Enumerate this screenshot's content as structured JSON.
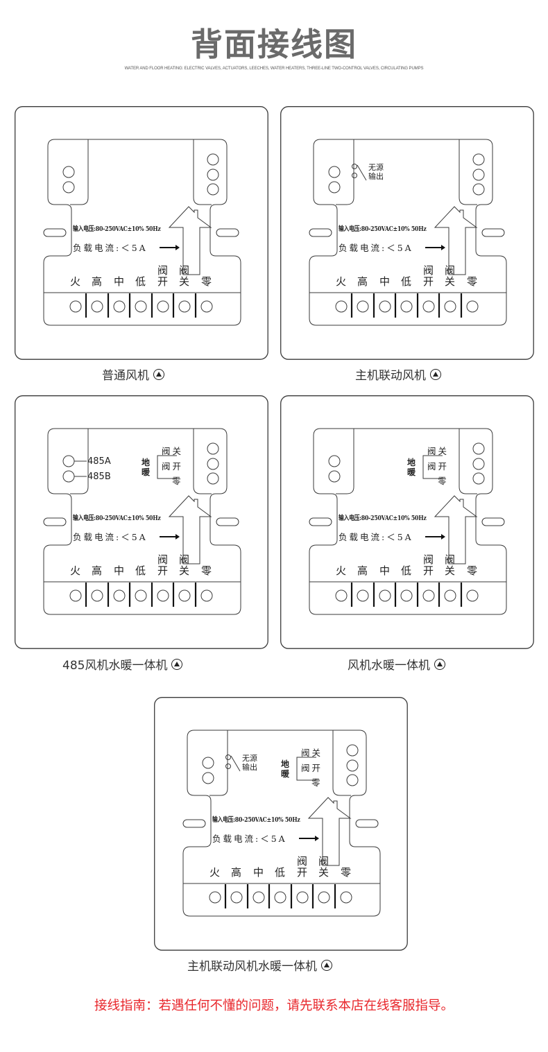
{
  "header": {
    "title": "背面接线图",
    "subtitle": "WATER AND FLOOR HEATING: ELECTRIC VALVES, ACTUATORS, LEECHES, WATER HEATERS, THREE-LINE TWO-CONTROL VALVES, CIRCULATING PUMPS"
  },
  "common": {
    "spec_voltage": "输入电压:80-250VAC±10% 50Hz",
    "spec_current": "负载电流:＜5A",
    "terminals": [
      "火",
      "高",
      "中",
      "低",
      "开",
      "关",
      "零"
    ],
    "terminal_tops": [
      "",
      "",
      "",
      "",
      "阀",
      "阀",
      ""
    ],
    "passive_output": [
      "无源",
      "输出"
    ],
    "floor_heating": [
      "地",
      "暖"
    ],
    "valve_labels": [
      "阀关",
      "阀开",
      "零"
    ],
    "rs485": [
      "485A",
      "485B"
    ],
    "caption_icon": "circle-up-arrow-icon"
  },
  "panels": [
    {
      "caption": "普通风机",
      "passive": false,
      "rs485": false,
      "floor": false
    },
    {
      "caption": "主机联动风机",
      "passive": true,
      "rs485": false,
      "floor": false
    },
    {
      "caption": "485风机水暖一体机",
      "passive": false,
      "rs485": true,
      "floor": true
    },
    {
      "caption": "风机水暖一体机",
      "passive": false,
      "rs485": false,
      "floor": true
    },
    {
      "caption": "主机联动风机水暖一体机",
      "passive": true,
      "rs485": false,
      "floor": true
    }
  ],
  "footer": {
    "notice": "接线指南：若遇任何不懂的问题，请先联系本店在线客服指导。"
  }
}
